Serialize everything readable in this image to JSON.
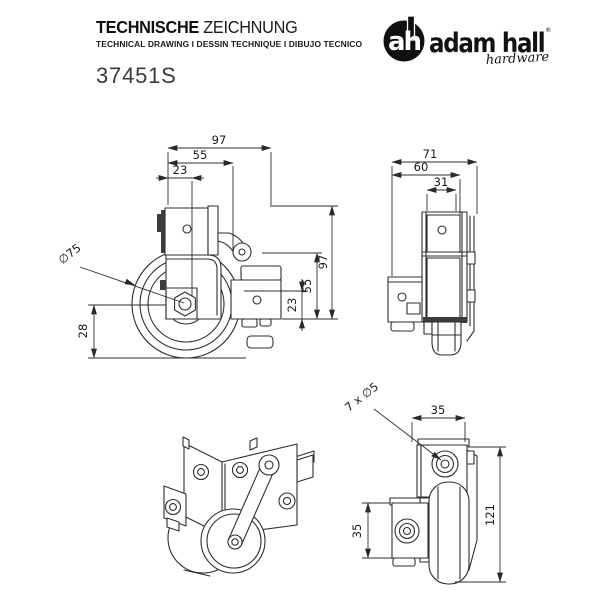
{
  "header": {
    "title_bold": "TECHNISCHE",
    "title_light": "ZEICHNUNG",
    "subtitle": "TECHNICAL DRAWING I DESSIN TECHNIQUE I DIBUJO TECNICO",
    "part_number": "37451S"
  },
  "logo": {
    "monogram": "ah",
    "brand": "adam hall",
    "registered": "®",
    "brand_script": "hardware"
  },
  "side_view": {
    "width_total_mm": "97",
    "width_mid_mm": "55",
    "width_inner_mm": "23",
    "height_total_mm": "97",
    "height_mid_mm": "55",
    "height_inner_mm": "23",
    "wheel_protrusion_mm": "28",
    "wheel_diameter": "∅75"
  },
  "back_view": {
    "width_total_mm": "71",
    "width_mid_mm": "60",
    "width_inner_mm": "31"
  },
  "front_view": {
    "hole_spec": "7 x ∅5",
    "top_width_mm": "35",
    "flange_height_mm": "35",
    "total_height_mm": "121"
  }
}
